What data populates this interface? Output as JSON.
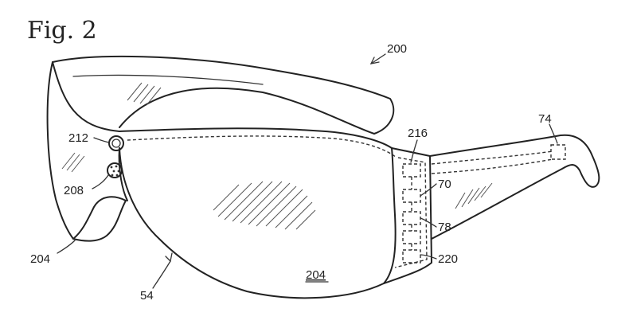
{
  "figure": {
    "title": "Fig. 2",
    "refs": {
      "r200": "200",
      "r216": "216",
      "r74": "74",
      "r212": "212",
      "r70": "70",
      "r208": "208",
      "r78": "78",
      "r204_left": "204",
      "r220": "220",
      "r54": "54",
      "r204_lens": "204"
    }
  }
}
